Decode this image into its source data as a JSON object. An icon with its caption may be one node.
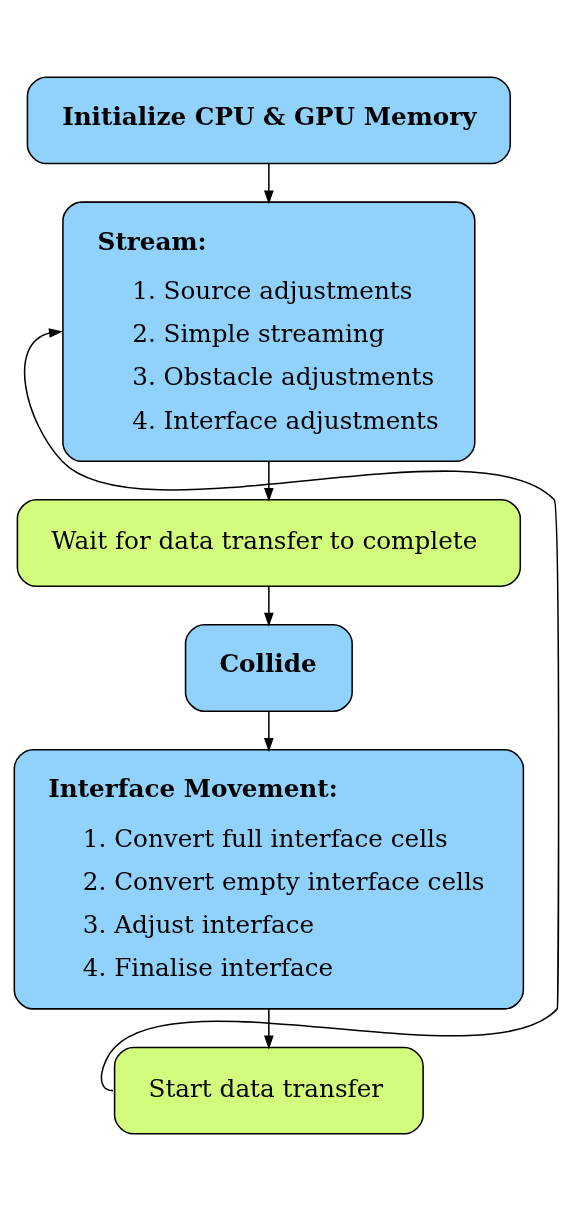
{
  "diagram": {
    "nodes": [
      {
        "text": [
          "Initialize CPU & GPU Memory"
        ]
      },
      {
        "text": [
          "Stream:",
          "1. Source adjustments",
          "2. Simple streaming",
          "3. Obstacle adjustments",
          "4. Interface adjustments"
        ]
      },
      {
        "text": [
          "Wait for data transfer to complete"
        ]
      },
      {
        "text": [
          "Collide"
        ]
      },
      {
        "text": [
          "Interface Movement:",
          "1. Convert full interface cells",
          "2. Convert empty interface cells",
          "3. Adjust interface",
          "4. Finalise interface"
        ]
      },
      {
        "text": [
          "Start data transfer"
        ]
      }
    ],
    "edges": [
      {
        "from": 0,
        "to": 1,
        "arrow": "to"
      },
      {
        "from": 1,
        "to": 2,
        "arrow": "to"
      },
      {
        "from": 2,
        "to": 3,
        "arrow": "to"
      },
      {
        "from": 3,
        "to": 4,
        "arrow": "to"
      },
      {
        "from": 4,
        "to": 5,
        "arrow": "to"
      },
      {
        "from": 5,
        "to": 1,
        "arrow": "to"
      }
    ]
  }
}
